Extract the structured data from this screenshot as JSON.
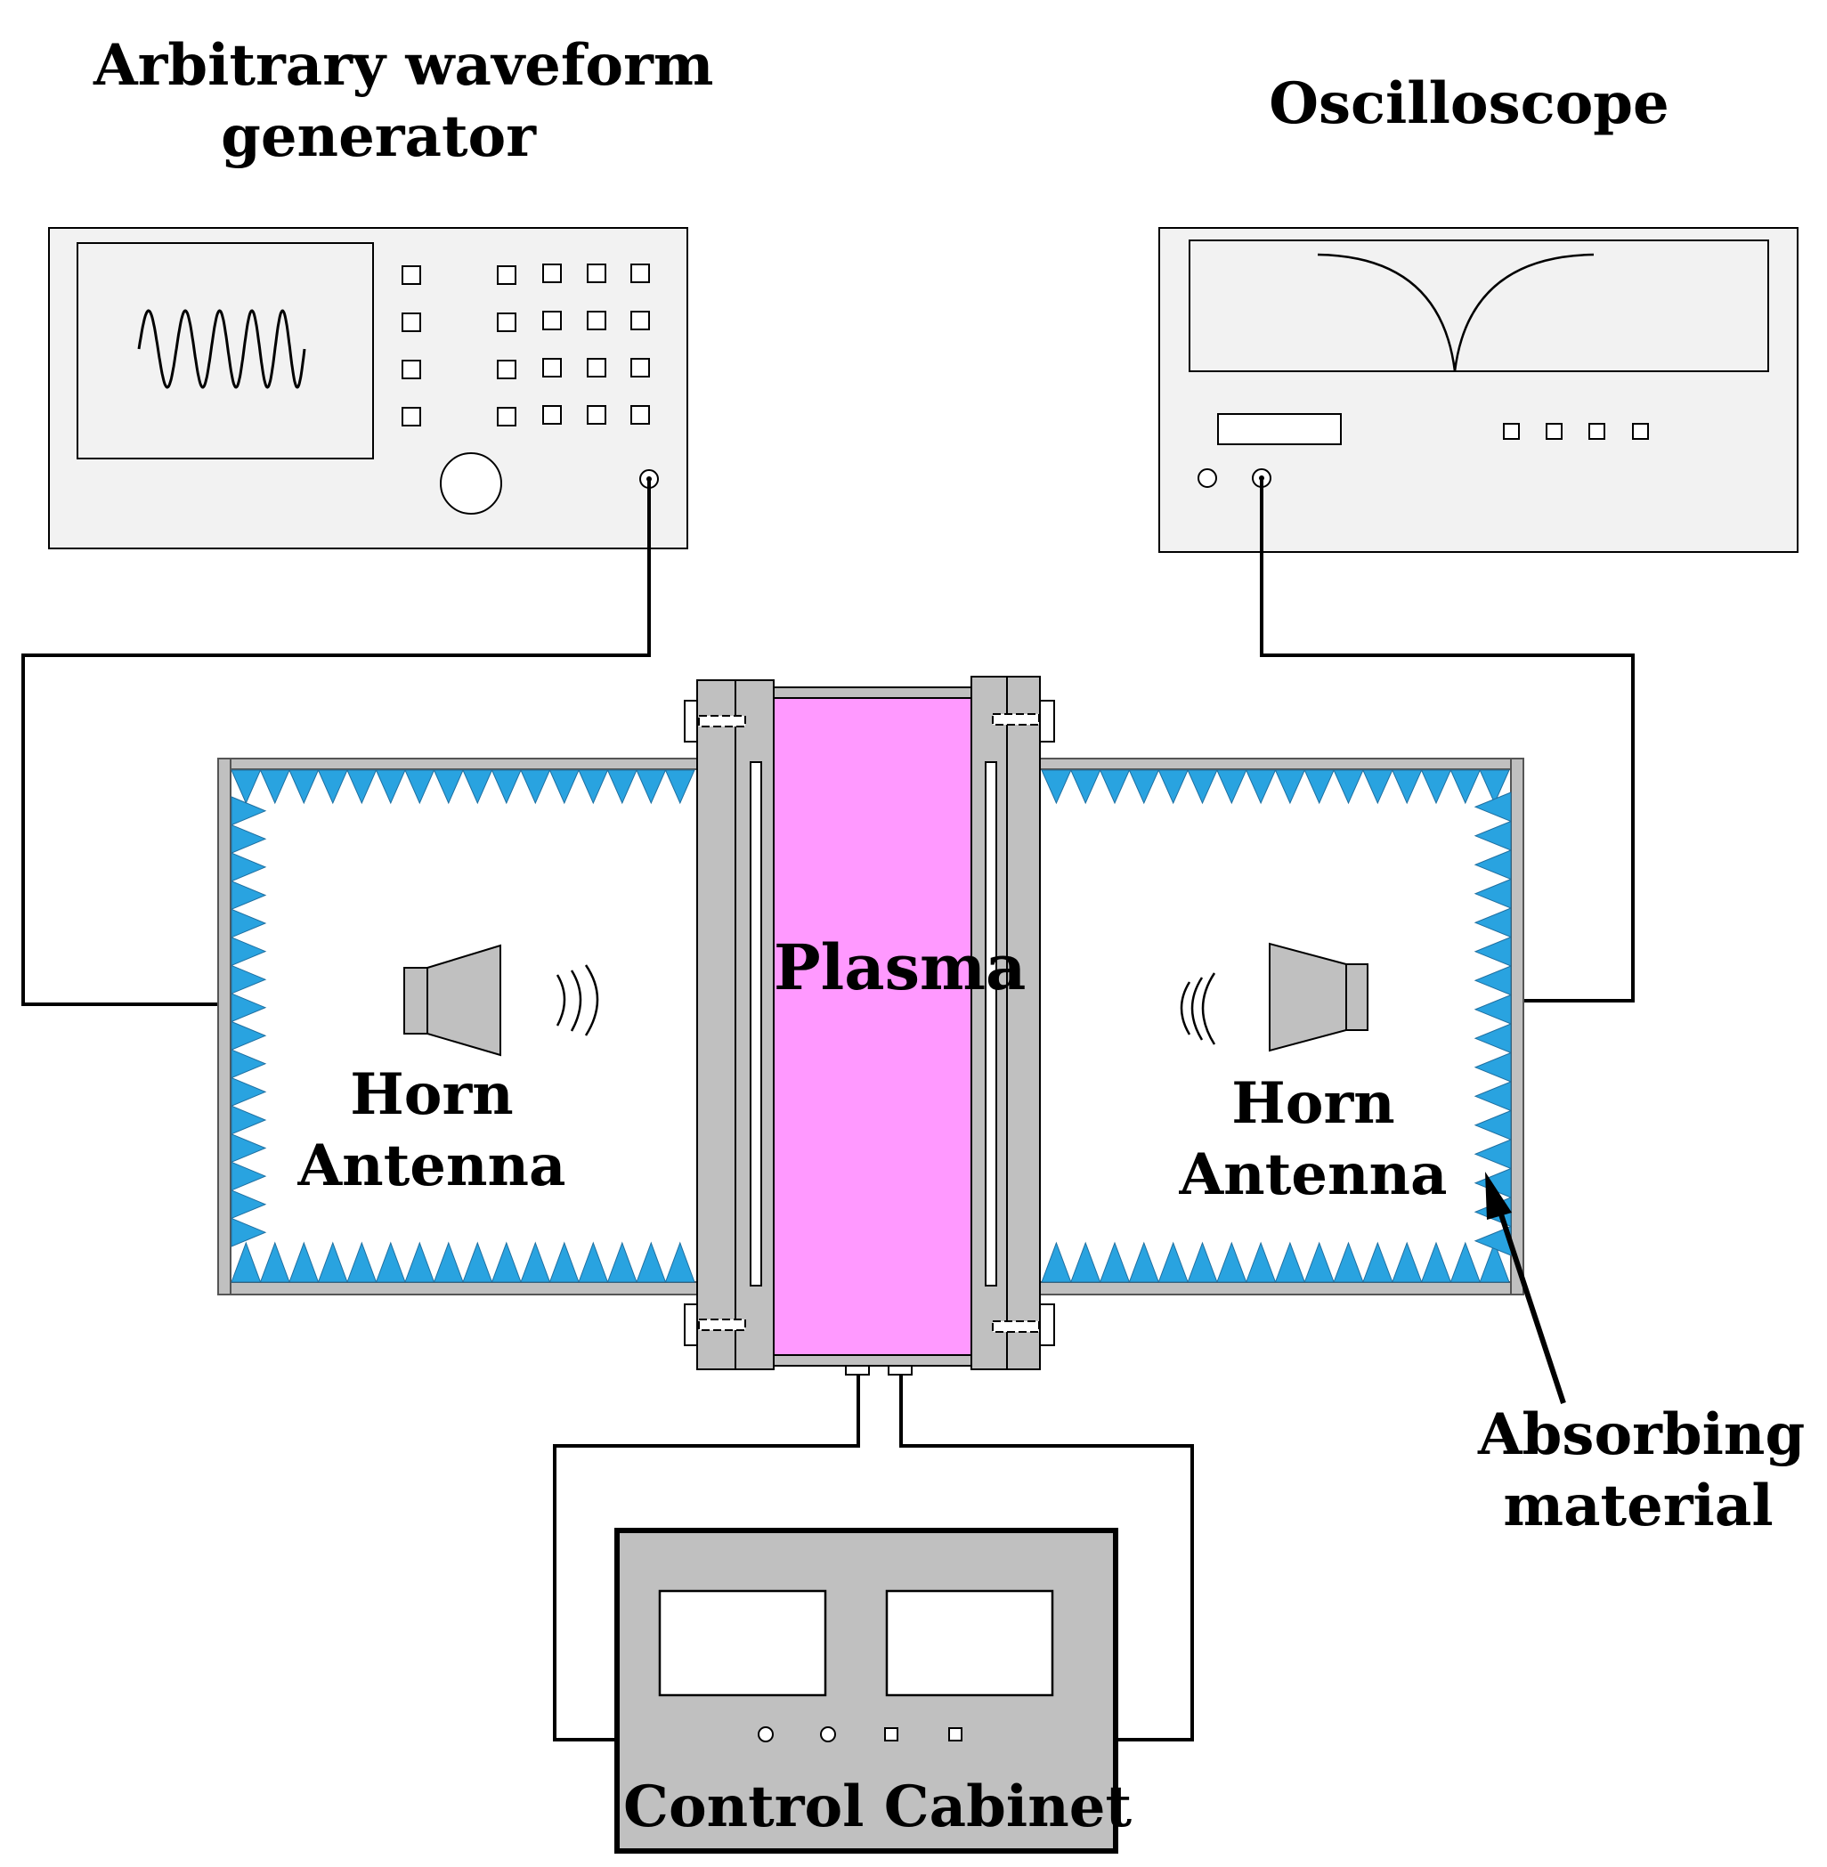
{
  "generator": {
    "title_line1": "Arbitrary waveform",
    "title_line2": "generator"
  },
  "oscilloscope": {
    "title": "Oscilloscope"
  },
  "chamber": {
    "plasma_label": "Plasma",
    "left_antenna": {
      "line1": "Horn",
      "line2": "Antenna"
    },
    "right_antenna": {
      "line1": "Horn",
      "line2": "Antenna"
    }
  },
  "absorber": {
    "line1": "Absorbing",
    "line2": "material"
  },
  "control_cabinet": {
    "label": "Control Cabinet"
  },
  "colors": {
    "absorber": "#29a3e0",
    "plasma": "#ff99ff",
    "frame_gray": "#c0c0c0",
    "panel_bg": "#f2f2f2",
    "cabinet_gray": "#c0c0c0"
  },
  "icons": [
    "sine-wave-icon",
    "cusp-trace-icon",
    "horn-antenna-icon",
    "radio-wave-icon"
  ]
}
